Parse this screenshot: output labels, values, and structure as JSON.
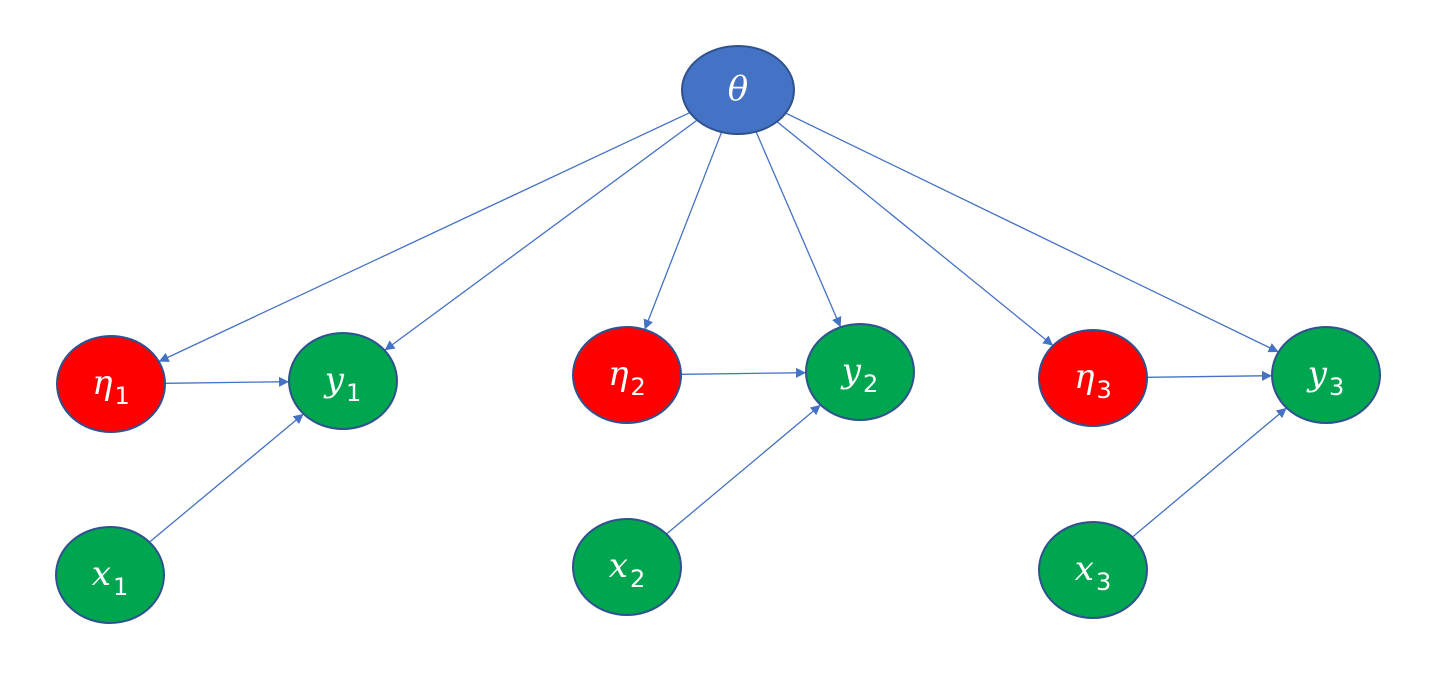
{
  "colors": {
    "parameter": "#4472C4",
    "latent": "#FF0000",
    "observed": "#00A550",
    "outline": "#2F528F",
    "edge": "#4472C4",
    "label": "#FFFFFF"
  },
  "nodes": {
    "theta": {
      "symbol": "θ",
      "subscript": "",
      "role": "parameter"
    },
    "eta1": {
      "symbol": "η",
      "subscript": "1",
      "role": "latent"
    },
    "y1": {
      "symbol": "y",
      "subscript": "1",
      "role": "observed"
    },
    "x1": {
      "symbol": "x",
      "subscript": "1",
      "role": "observed"
    },
    "eta2": {
      "symbol": "η",
      "subscript": "2",
      "role": "latent"
    },
    "y2": {
      "symbol": "y",
      "subscript": "2",
      "role": "observed"
    },
    "x2": {
      "symbol": "x",
      "subscript": "2",
      "role": "observed"
    },
    "eta3": {
      "symbol": "η",
      "subscript": "3",
      "role": "latent"
    },
    "y3": {
      "symbol": "y",
      "subscript": "3",
      "role": "observed"
    },
    "x3": {
      "symbol": "x",
      "subscript": "3",
      "role": "observed"
    }
  },
  "edges": [
    {
      "from": "theta",
      "to": "eta1"
    },
    {
      "from": "theta",
      "to": "y1"
    },
    {
      "from": "theta",
      "to": "eta2"
    },
    {
      "from": "theta",
      "to": "y2"
    },
    {
      "from": "theta",
      "to": "eta3"
    },
    {
      "from": "theta",
      "to": "y3"
    },
    {
      "from": "eta1",
      "to": "y1"
    },
    {
      "from": "x1",
      "to": "y1"
    },
    {
      "from": "eta2",
      "to": "y2"
    },
    {
      "from": "x2",
      "to": "y2"
    },
    {
      "from": "eta3",
      "to": "y3"
    },
    {
      "from": "x3",
      "to": "y3"
    }
  ]
}
